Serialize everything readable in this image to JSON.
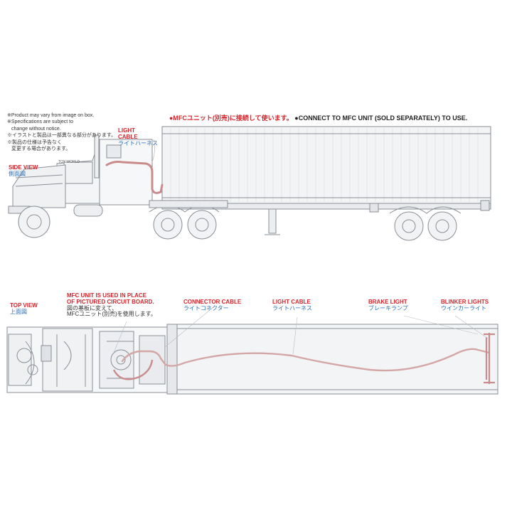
{
  "notes": [
    "※Product may vary from image on box.",
    "※Specifications are subject to",
    "change without notice.",
    "※イラストと製品は一部異なる部分があります。",
    "※製品の仕様は予告なく",
    "変更する場合があります。"
  ],
  "notice": {
    "jp": "●MFCユニット(別売)に接続して使います。",
    "en": "●CONNECT TO MFC UNIT (SOLD SEPARATELY) TO USE."
  },
  "side_view": {
    "title_en": "SIDE VIEW",
    "title_jp": "側面図"
  },
  "light_cable_side": {
    "en": "LIGHT",
    "en2": "CABLE",
    "jp": "ライトハーネス"
  },
  "top_view": {
    "title_en": "TOP VIEW",
    "title_jp": "上面図"
  },
  "mfc_note": {
    "en1": "MFC UNIT IS USED IN PLACE",
    "en2": "OF PICTURED CIRCUIT BOARD.",
    "jp1": "図の基板に変えて、",
    "jp2": "MFCユニット(別売)を使用します。"
  },
  "connector_cable": {
    "en": "CONNECTOR CABLE",
    "jp": "ライトコネクター"
  },
  "light_cable_top": {
    "en": "LIGHT CABLE",
    "jp": "ライトハーネス"
  },
  "brake_light": {
    "en": "BRAKE LIGHT",
    "jp": "ブレーキランプ"
  },
  "blinker_lights": {
    "en": "BLINKER LIGHTS",
    "jp": "ウインカーライト"
  },
  "cab_door_text": "TOY WORLD",
  "colors": {
    "accent_red": "#d9232a",
    "label_blue": "#2b6fb5",
    "line": "#8a8f96",
    "cable": "#c98b8b"
  }
}
